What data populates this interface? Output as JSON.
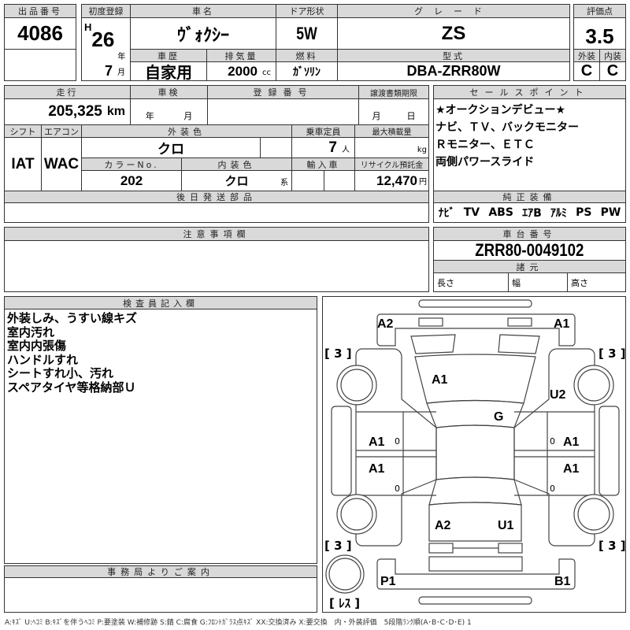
{
  "lot": {
    "label": "出品番号",
    "value": "4086"
  },
  "reg": {
    "label": "初度登録",
    "era": "H",
    "year": "26",
    "year_unit": "年",
    "month": "7",
    "month_unit": "月"
  },
  "car_name": {
    "label": "車名",
    "value": "ｳﾞｫｸｼｰ"
  },
  "door": {
    "label": "ドア形状",
    "value": "5W"
  },
  "grade": {
    "label": "グレード",
    "value": "ZS"
  },
  "score": {
    "label": "評価点",
    "value": "3.5",
    "ext_label": "外装",
    "int_label": "内装",
    "ext": "C",
    "int": "C"
  },
  "history": {
    "label": "車歴",
    "value": "自家用"
  },
  "displacement": {
    "label": "排気量",
    "value": "2000",
    "unit": "cc"
  },
  "fuel": {
    "label": "燃料",
    "value": "ｶﾞｿﾘﾝ"
  },
  "model": {
    "label": "型式",
    "value": "DBA-ZRR80W"
  },
  "mileage": {
    "label": "走行",
    "value": "205,325",
    "unit": "km"
  },
  "inspection": {
    "label": "車検",
    "year_unit": "年",
    "month_unit": "月"
  },
  "plate": {
    "label": "登録番号"
  },
  "transfer": {
    "label": "譲渡書類期限",
    "month_unit": "月",
    "day_unit": "日"
  },
  "shift": {
    "label": "シフト",
    "value": "IAT"
  },
  "aircon": {
    "label": "エアコン",
    "value": "WAC"
  },
  "ext_color": {
    "label": "外装色",
    "value": "クロ"
  },
  "capacity": {
    "label": "乗車定員",
    "value": "7",
    "unit": "人"
  },
  "max_load": {
    "label": "最大積載量",
    "unit": "kg"
  },
  "color_no": {
    "label": "カラーNo.",
    "value": "202"
  },
  "int_color": {
    "label": "内装色",
    "value": "クロ",
    "unit": "系"
  },
  "import": {
    "label": "輸入車"
  },
  "recycle": {
    "label": "リサイクル預託金",
    "value": "12,470",
    "unit": "円"
  },
  "later_parts": {
    "label": "後日発送部品"
  },
  "sales_points": {
    "label": "セールスポイント",
    "lines": [
      "★オークションデビュー★",
      "ナビ、ＴＶ、バックモニター",
      "Ｒモニター、ＥＴＣ",
      "両側パワースライド"
    ]
  },
  "equipment": {
    "label": "純正装備",
    "items": [
      "ﾅﾋﾞ",
      "TV",
      "ABS",
      "ｴｱB",
      "ｱﾙﾐ",
      "PS",
      "PW"
    ]
  },
  "notes": {
    "label": "注意事項欄"
  },
  "chassis": {
    "label": "車台番号",
    "value": "ZRR80-0049102"
  },
  "specs": {
    "label": "諸元",
    "length": "長さ",
    "width": "幅",
    "height": "高さ"
  },
  "inspector": {
    "label": "検査員記入欄",
    "lines": [
      "外装しみ、うすい線キズ",
      "室内汚れ",
      "室内内張傷",
      "ハンドルすれ",
      "シートすれ小、汚れ",
      "スペアタイヤ等格納部Ｕ"
    ]
  },
  "office": {
    "label": "事務局よりご案内"
  },
  "diagram": {
    "marks": {
      "front_left": "A2",
      "front_right": "A1",
      "hood": "A1",
      "windshield": "G",
      "right_fender": "U2",
      "left_front_door": "A1",
      "left_rear_door": "A1",
      "right_front_door": "A1",
      "right_rear_door": "A1",
      "rear_left": "A2",
      "rear_right": "U1",
      "rear_bumper_left": "P1",
      "rear_bumper_right": "B1"
    },
    "tires": [
      "[ 3 ]",
      "[ 3 ]",
      "[ 3 ]",
      "[ 3 ]"
    ],
    "spare": "[ ﾚｽ ]",
    "zeros": [
      "0",
      "0",
      "0",
      "0"
    ]
  },
  "legend": "A:ｷｽﾞ U:ﾍｺﾐ B:ｷｽﾞを伴うﾍｺﾐ P:要塗装 W:補修跡 S:錆 C:腐食 G:ﾌﾛﾝﾄｶﾞﾗｽ点ｷｽﾞ XX:交換済み X:要交換　内・外装評価　5段階ﾗﾝｸ順(A･B･C･D･E) 1"
}
